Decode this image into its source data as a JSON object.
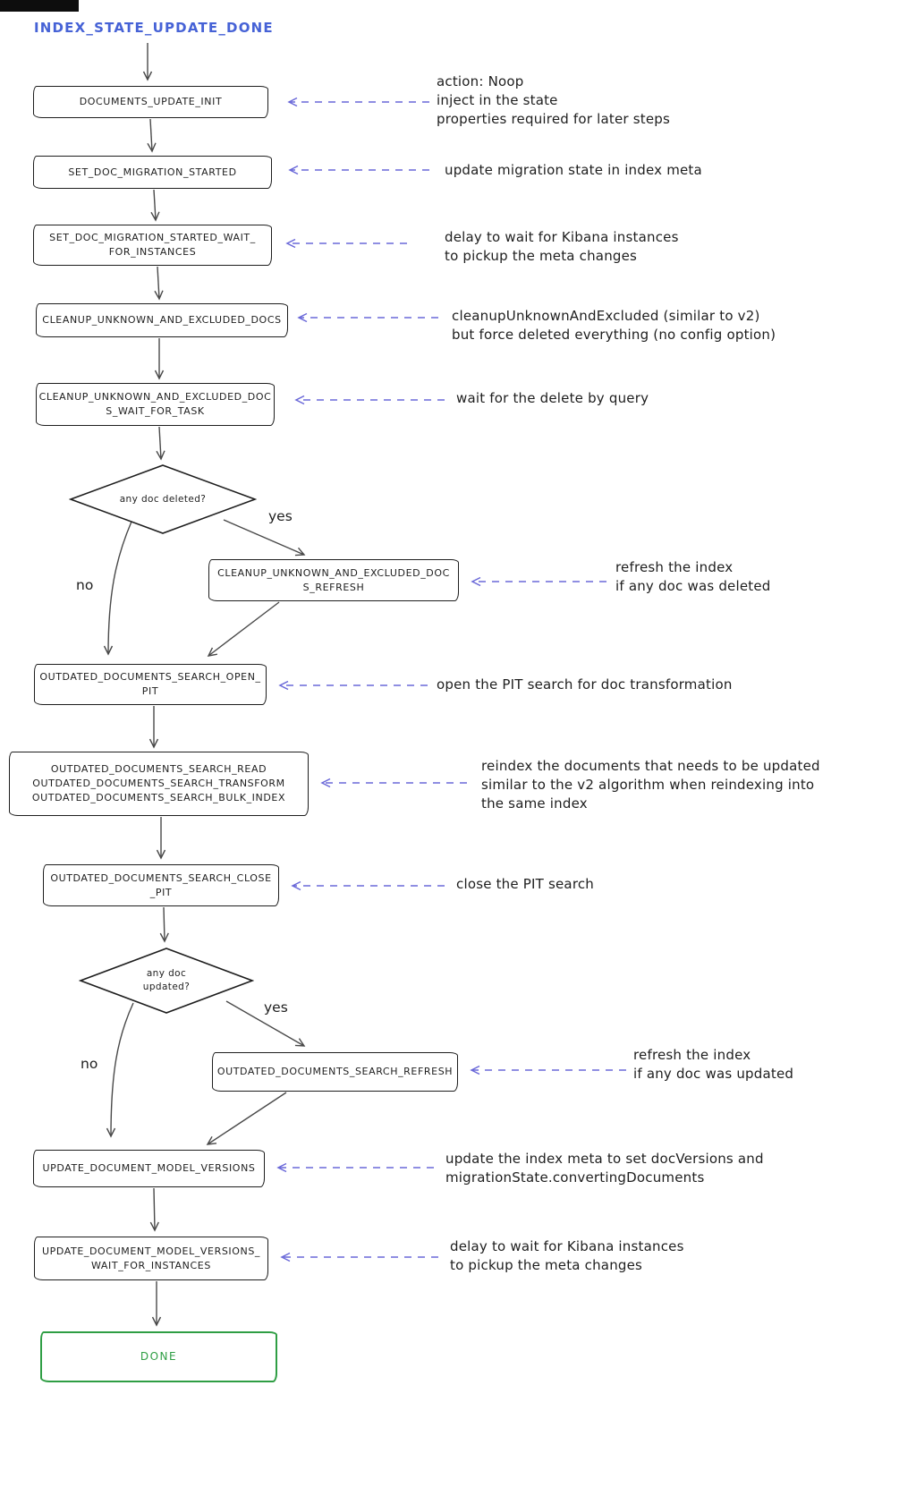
{
  "title": "INDEX_STATE_UPDATE_DONE",
  "colors": {
    "title": "#4662d6",
    "node_border": "#1e1e1e",
    "flow_arrow": "#494949",
    "annotation_arrow": "#6a68d8",
    "done_green": "#2f9e44"
  },
  "edge_labels": {
    "deleted_yes": "yes",
    "deleted_no": "no",
    "updated_yes": "yes",
    "updated_no": "no"
  },
  "nodes": {
    "init": {
      "lines": [
        "DOCUMENTS_UPDATE_INIT"
      ]
    },
    "set_started": {
      "lines": [
        "SET_DOC_MIGRATION_STARTED"
      ]
    },
    "set_started_wait": {
      "lines": [
        "SET_DOC_MIGRATION_STARTED_WAIT_",
        "FOR_INSTANCES"
      ]
    },
    "cleanup": {
      "lines": [
        "CLEANUP_UNKNOWN_AND_EXCLUDED_DOCS"
      ]
    },
    "cleanup_wait": {
      "lines": [
        "CLEANUP_UNKNOWN_AND_EXCLUDED_DOC",
        "S_WAIT_FOR_TASK"
      ]
    },
    "deleted_decision": {
      "lines": [
        "any doc deleted?"
      ]
    },
    "cleanup_refresh": {
      "lines": [
        "CLEANUP_UNKNOWN_AND_EXCLUDED_DOC",
        "S_REFRESH"
      ]
    },
    "open_pit": {
      "lines": [
        "OUTDATED_DOCUMENTS_SEARCH_OPEN_",
        "PIT"
      ]
    },
    "read_transform_bulk": {
      "lines": [
        "OUTDATED_DOCUMENTS_SEARCH_READ",
        "OUTDATED_DOCUMENTS_SEARCH_TRANSFORM",
        "OUTDATED_DOCUMENTS_SEARCH_BULK_INDEX"
      ]
    },
    "close_pit": {
      "lines": [
        "OUTDATED_DOCUMENTS_SEARCH_CLOSE",
        "_PIT"
      ]
    },
    "updated_decision": {
      "lines": [
        "any doc",
        "updated?"
      ]
    },
    "search_refresh": {
      "lines": [
        "OUTDATED_DOCUMENTS_SEARCH_REFRESH"
      ]
    },
    "update_versions": {
      "lines": [
        "UPDATE_DOCUMENT_MODEL_VERSIONS"
      ]
    },
    "update_versions_wait": {
      "lines": [
        "UPDATE_DOCUMENT_MODEL_VERSIONS_",
        "WAIT_FOR_INSTANCES"
      ]
    },
    "done": {
      "lines": [
        "DONE"
      ]
    }
  },
  "annotations": {
    "init": {
      "lines": [
        "action: Noop",
        "inject in the state",
        "properties required for later steps"
      ]
    },
    "set_started": {
      "lines": [
        "update migration state in index meta"
      ]
    },
    "set_started_wait": {
      "lines": [
        "delay to wait for Kibana instances",
        "to pickup the meta changes"
      ]
    },
    "cleanup": {
      "lines": [
        "cleanupUnknownAndExcluded (similar to v2)",
        "but force deleted everything (no config option)"
      ]
    },
    "cleanup_wait": {
      "lines": [
        "wait for the delete by query"
      ]
    },
    "cleanup_refresh": {
      "lines": [
        "refresh the index",
        "if any doc was deleted"
      ]
    },
    "open_pit": {
      "lines": [
        "open the PIT search for doc transformation"
      ]
    },
    "read_transform_bulk": {
      "lines": [
        "reindex the documents that needs to be updated",
        "similar to the v2 algorithm when reindexing into",
        "the same index"
      ]
    },
    "close_pit": {
      "lines": [
        "close the PIT search"
      ]
    },
    "search_refresh": {
      "lines": [
        "refresh the index",
        "if any doc was updated"
      ]
    },
    "update_versions": {
      "lines": [
        "update the index meta to set docVersions and",
        "migrationState.convertingDocuments"
      ]
    },
    "update_versions_wait": {
      "lines": [
        "delay to wait for Kibana instances",
        "to pickup the meta changes"
      ]
    }
  }
}
